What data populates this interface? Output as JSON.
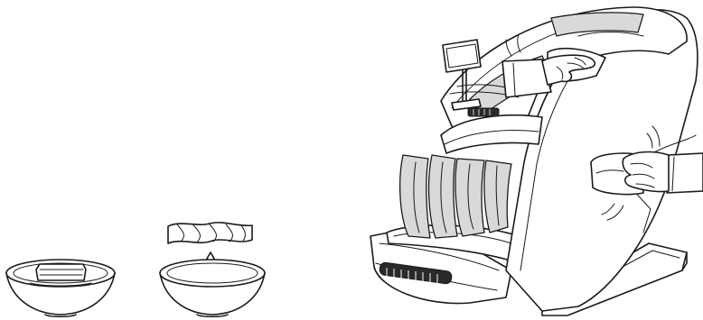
{
  "figure": {
    "panels": [
      {
        "id": "soak-towel",
        "icons": [
          "bowl-icon",
          "towel-icon"
        ]
      },
      {
        "id": "wring-towel",
        "icons": [
          "twisted-towel-icon",
          "water-drop-icon",
          "bowl-icon"
        ]
      },
      {
        "id": "wipe-chair",
        "icons": [
          "massage-chair-icon",
          "hand-icon",
          "cloth-icon",
          "tablet-holder-icon"
        ]
      }
    ],
    "line_color": "#1a1a1a",
    "background": "#ffffff"
  }
}
